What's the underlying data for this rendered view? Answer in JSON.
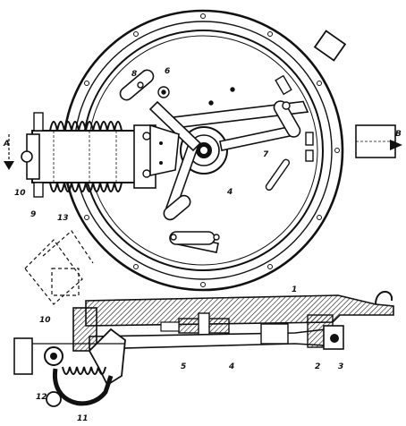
{
  "figure": {
    "plan_view": {
      "labels": {
        "l6": "6",
        "l8": "8",
        "l7": "7",
        "l4": "4",
        "l10": "10",
        "l9": "9",
        "l13": "13"
      },
      "section_markers": {
        "a": "A",
        "b": "B"
      }
    },
    "section_view": {
      "labels": {
        "l1": "1",
        "l10": "10",
        "l5": "5",
        "l4": "4",
        "l2": "2",
        "l3": "3",
        "l12": "12",
        "l11": "11"
      }
    }
  }
}
